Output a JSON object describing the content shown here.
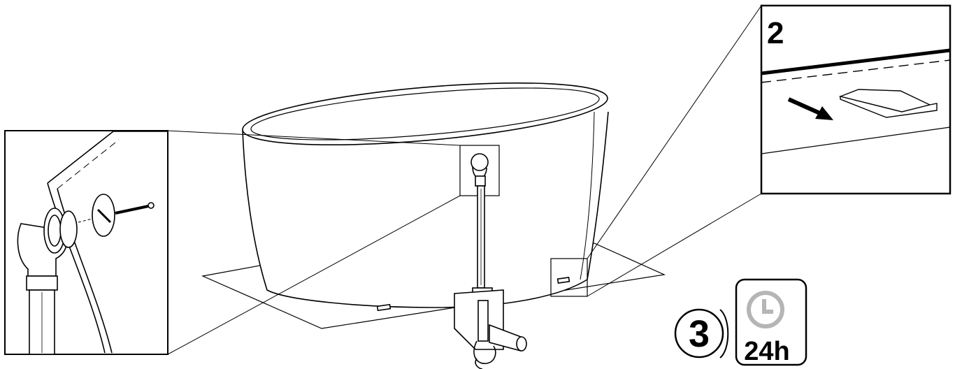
{
  "steps": {
    "inset_step_label": "2",
    "wait_step_label": "3",
    "wait_duration_label": "24h"
  },
  "icons": {
    "wait": "clock-icon",
    "direction": "arrow-icon"
  },
  "colors": {
    "line": "#000000",
    "background": "#ffffff",
    "clock_gray": "#b5b5b5"
  }
}
